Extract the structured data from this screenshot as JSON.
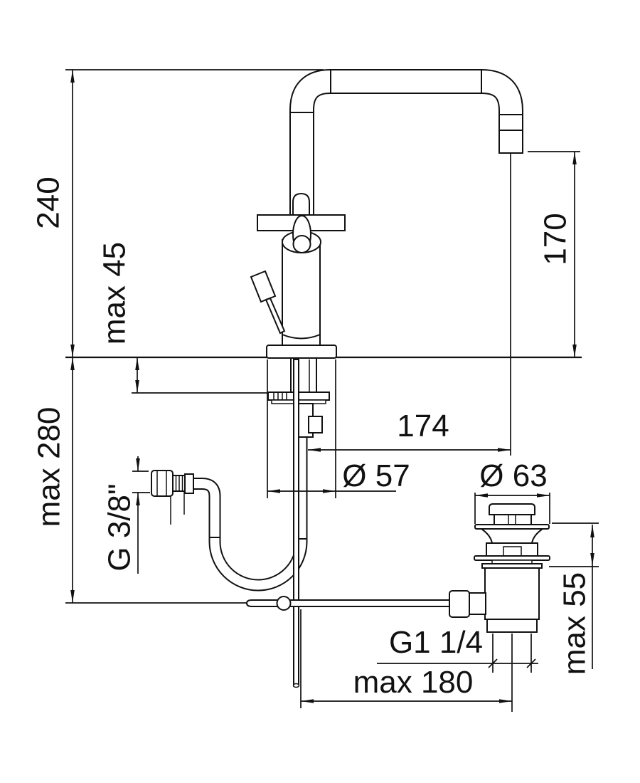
{
  "drawing": {
    "background": "#ffffff",
    "line_color": "#111111",
    "labels": {
      "height_240": "240",
      "max45": "max 45",
      "max280": "max 280",
      "h170": "170",
      "reach174": "174",
      "dia57": "Ø 57",
      "dia63": "Ø 63",
      "g38": "G 3/8\"",
      "g114": "G1 1/4",
      "max180": "max 180",
      "max55": "max 55"
    }
  }
}
